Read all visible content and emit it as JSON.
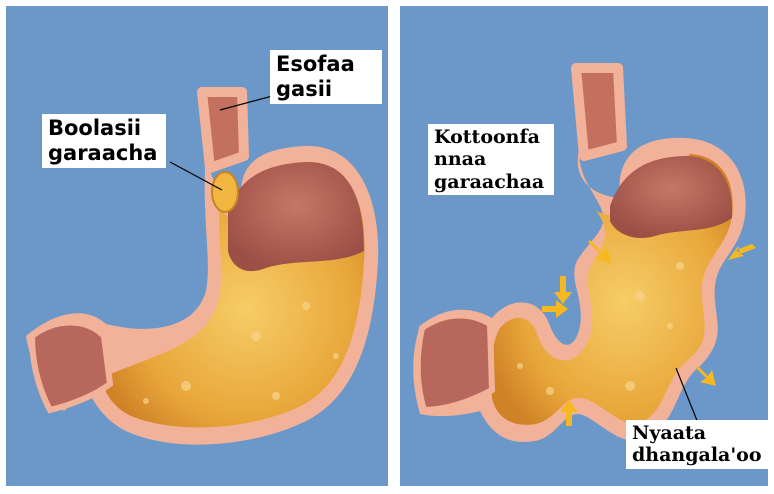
{
  "labels": {
    "esophagus": {
      "line1": "Esofaa",
      "line2": "gasii"
    },
    "food_bolus": {
      "line1": "Boolasii",
      "line2": "garaacha"
    },
    "stomach_contraction": {
      "line1": "Kottoonfa",
      "line2": "nnaa",
      "line3": "garaachaa"
    },
    "stomach_contents": {
      "line1": "Nyaata",
      "line2": "dhangala'oo"
    }
  },
  "colors": {
    "background": "#6b98c9",
    "stomach_wall": "#f2b29a",
    "muscle": "#b8675c",
    "contents": "#e8a63a",
    "arrow": "#f5b820"
  },
  "icons": [
    "contraction-arrow"
  ]
}
